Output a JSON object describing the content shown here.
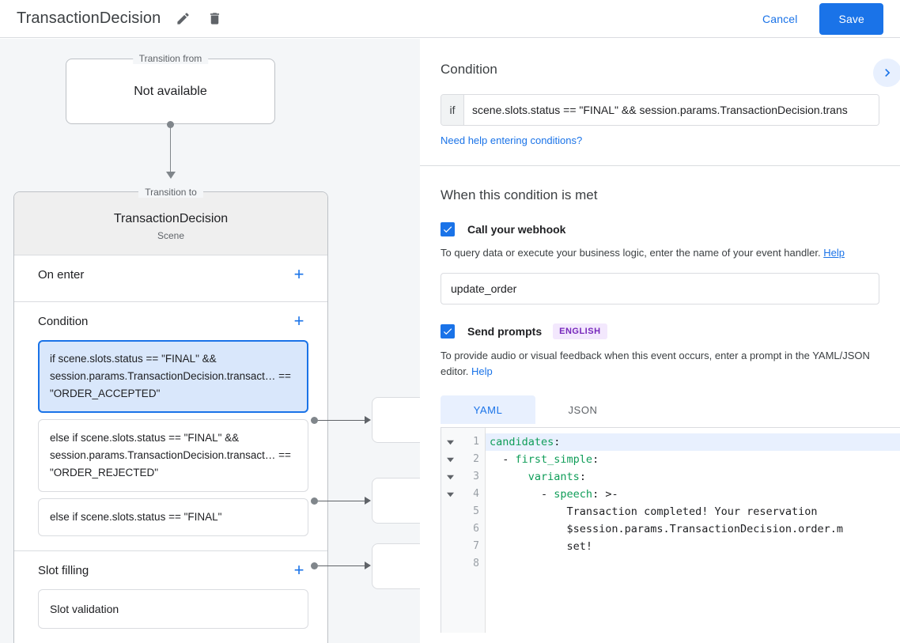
{
  "header": {
    "title": "TransactionDecision",
    "edit_icon": "pencil-icon",
    "delete_icon": "trash-icon",
    "cancel_label": "Cancel",
    "save_label": "Save",
    "accent": "#1a73e8"
  },
  "canvas": {
    "transition_from": {
      "legend": "Transition from",
      "body": "Not available"
    },
    "transition_to": {
      "legend": "Transition to",
      "scene_name": "TransactionDecision",
      "scene_type": "Scene"
    },
    "sections": [
      {
        "title": "On enter",
        "add_label": "+"
      },
      {
        "title": "Condition",
        "add_label": "+"
      },
      {
        "title": "Slot filling",
        "add_label": "+"
      }
    ],
    "conditions": [
      {
        "text": "if scene.slots.status == \"FINAL\" && session.params.TransactionDecision.transact… == \"ORDER_ACCEPTED\"",
        "selected": true
      },
      {
        "text": "else if scene.slots.status == \"FINAL\" && session.params.TransactionDecision.transact… == \"ORDER_REJECTED\"",
        "selected": false
      },
      {
        "text": "else if scene.slots.status == \"FINAL\"",
        "selected": false
      }
    ],
    "slot_filling": [
      {
        "text": "Slot validation"
      }
    ]
  },
  "panel": {
    "condition": {
      "title": "Condition",
      "expand_icon": "chevron-right-icon",
      "if_label": "if",
      "value": "scene.slots.status == \"FINAL\" && session.params.TransactionDecision.trans",
      "help_link": "Need help entering conditions?"
    },
    "when_met": {
      "title": "When this condition is met",
      "webhook": {
        "checked": true,
        "label": "Call your webhook",
        "description": "To query data or execute your business logic, enter the name of your event handler.",
        "help_label": "Help",
        "value": "update_order"
      },
      "prompts": {
        "checked": true,
        "label": "Send prompts",
        "badge": "ENGLISH",
        "description": "To provide audio or visual feedback when this event occurs, enter a prompt in the YAML/JSON editor.",
        "help_label": "Help",
        "tabs": [
          {
            "label": "YAML",
            "active": true
          },
          {
            "label": "JSON",
            "active": false
          }
        ],
        "editor": {
          "lines": [
            {
              "num": "1",
              "fold": true,
              "highlight": true,
              "key": "candidates",
              "indent": "",
              "rest": ":"
            },
            {
              "num": "2",
              "fold": true,
              "highlight": false,
              "key": "first_simple",
              "indent": "  - ",
              "rest": ":"
            },
            {
              "num": "3",
              "fold": true,
              "highlight": false,
              "key": "variants",
              "indent": "      ",
              "rest": ":"
            },
            {
              "num": "4",
              "fold": true,
              "highlight": false,
              "key": "speech",
              "indent": "        - ",
              "rest": ": >-"
            },
            {
              "num": "5",
              "fold": false,
              "highlight": false,
              "key": "",
              "indent": "            ",
              "rest": "Transaction completed! Your reservation"
            },
            {
              "num": "6",
              "fold": false,
              "highlight": false,
              "key": "",
              "indent": "            ",
              "rest": "$session.params.TransactionDecision.order.m"
            },
            {
              "num": "7",
              "fold": false,
              "highlight": false,
              "key": "",
              "indent": "            ",
              "rest": "set!"
            },
            {
              "num": "8",
              "fold": false,
              "highlight": false,
              "key": "",
              "indent": "",
              "rest": ""
            }
          ]
        }
      }
    }
  }
}
